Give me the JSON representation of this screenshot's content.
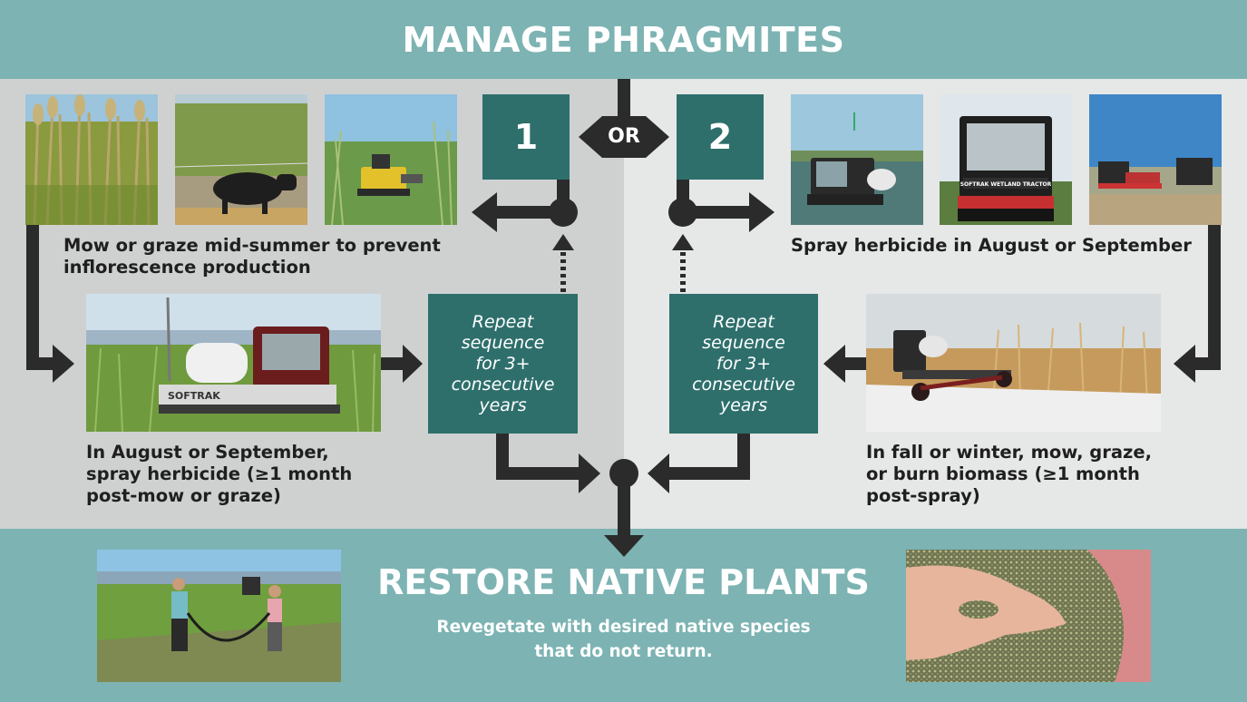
{
  "title": "MANAGE PHRAGMITES",
  "option_1": {
    "number": "1",
    "step1_caption": "Mow or graze mid-summer to prevent inflorescence production",
    "step2_caption": "In August or September, spray herbicide (≥1 month post-mow or graze)",
    "repeat_text": "Repeat sequence for 3+ consecutive years"
  },
  "or_label": "OR",
  "option_2": {
    "number": "2",
    "step1_caption": "Spray herbicide in August or September",
    "step2_caption": "In fall or winter, mow, graze, or burn biomass (≥1 month post-spray)",
    "repeat_text": "Repeat sequence for 3+ consecutive years"
  },
  "restore": {
    "title": "RESTORE NATIVE PLANTS",
    "subtitle_line1": "Revegetate with desired native species",
    "subtitle_line2": "that do not return."
  },
  "photo_labels": {
    "softrak_tractor": "SOFTRAK",
    "softrak_wetland": "SOFTRAK WETLAND TRACTOR"
  },
  "colors": {
    "teal_band": "#7db3b3",
    "dark_teal": "#2e6f6c",
    "arrow": "#2b2b2b",
    "panel_left": "#cfd1d1",
    "panel_right": "#e6e7e7"
  }
}
